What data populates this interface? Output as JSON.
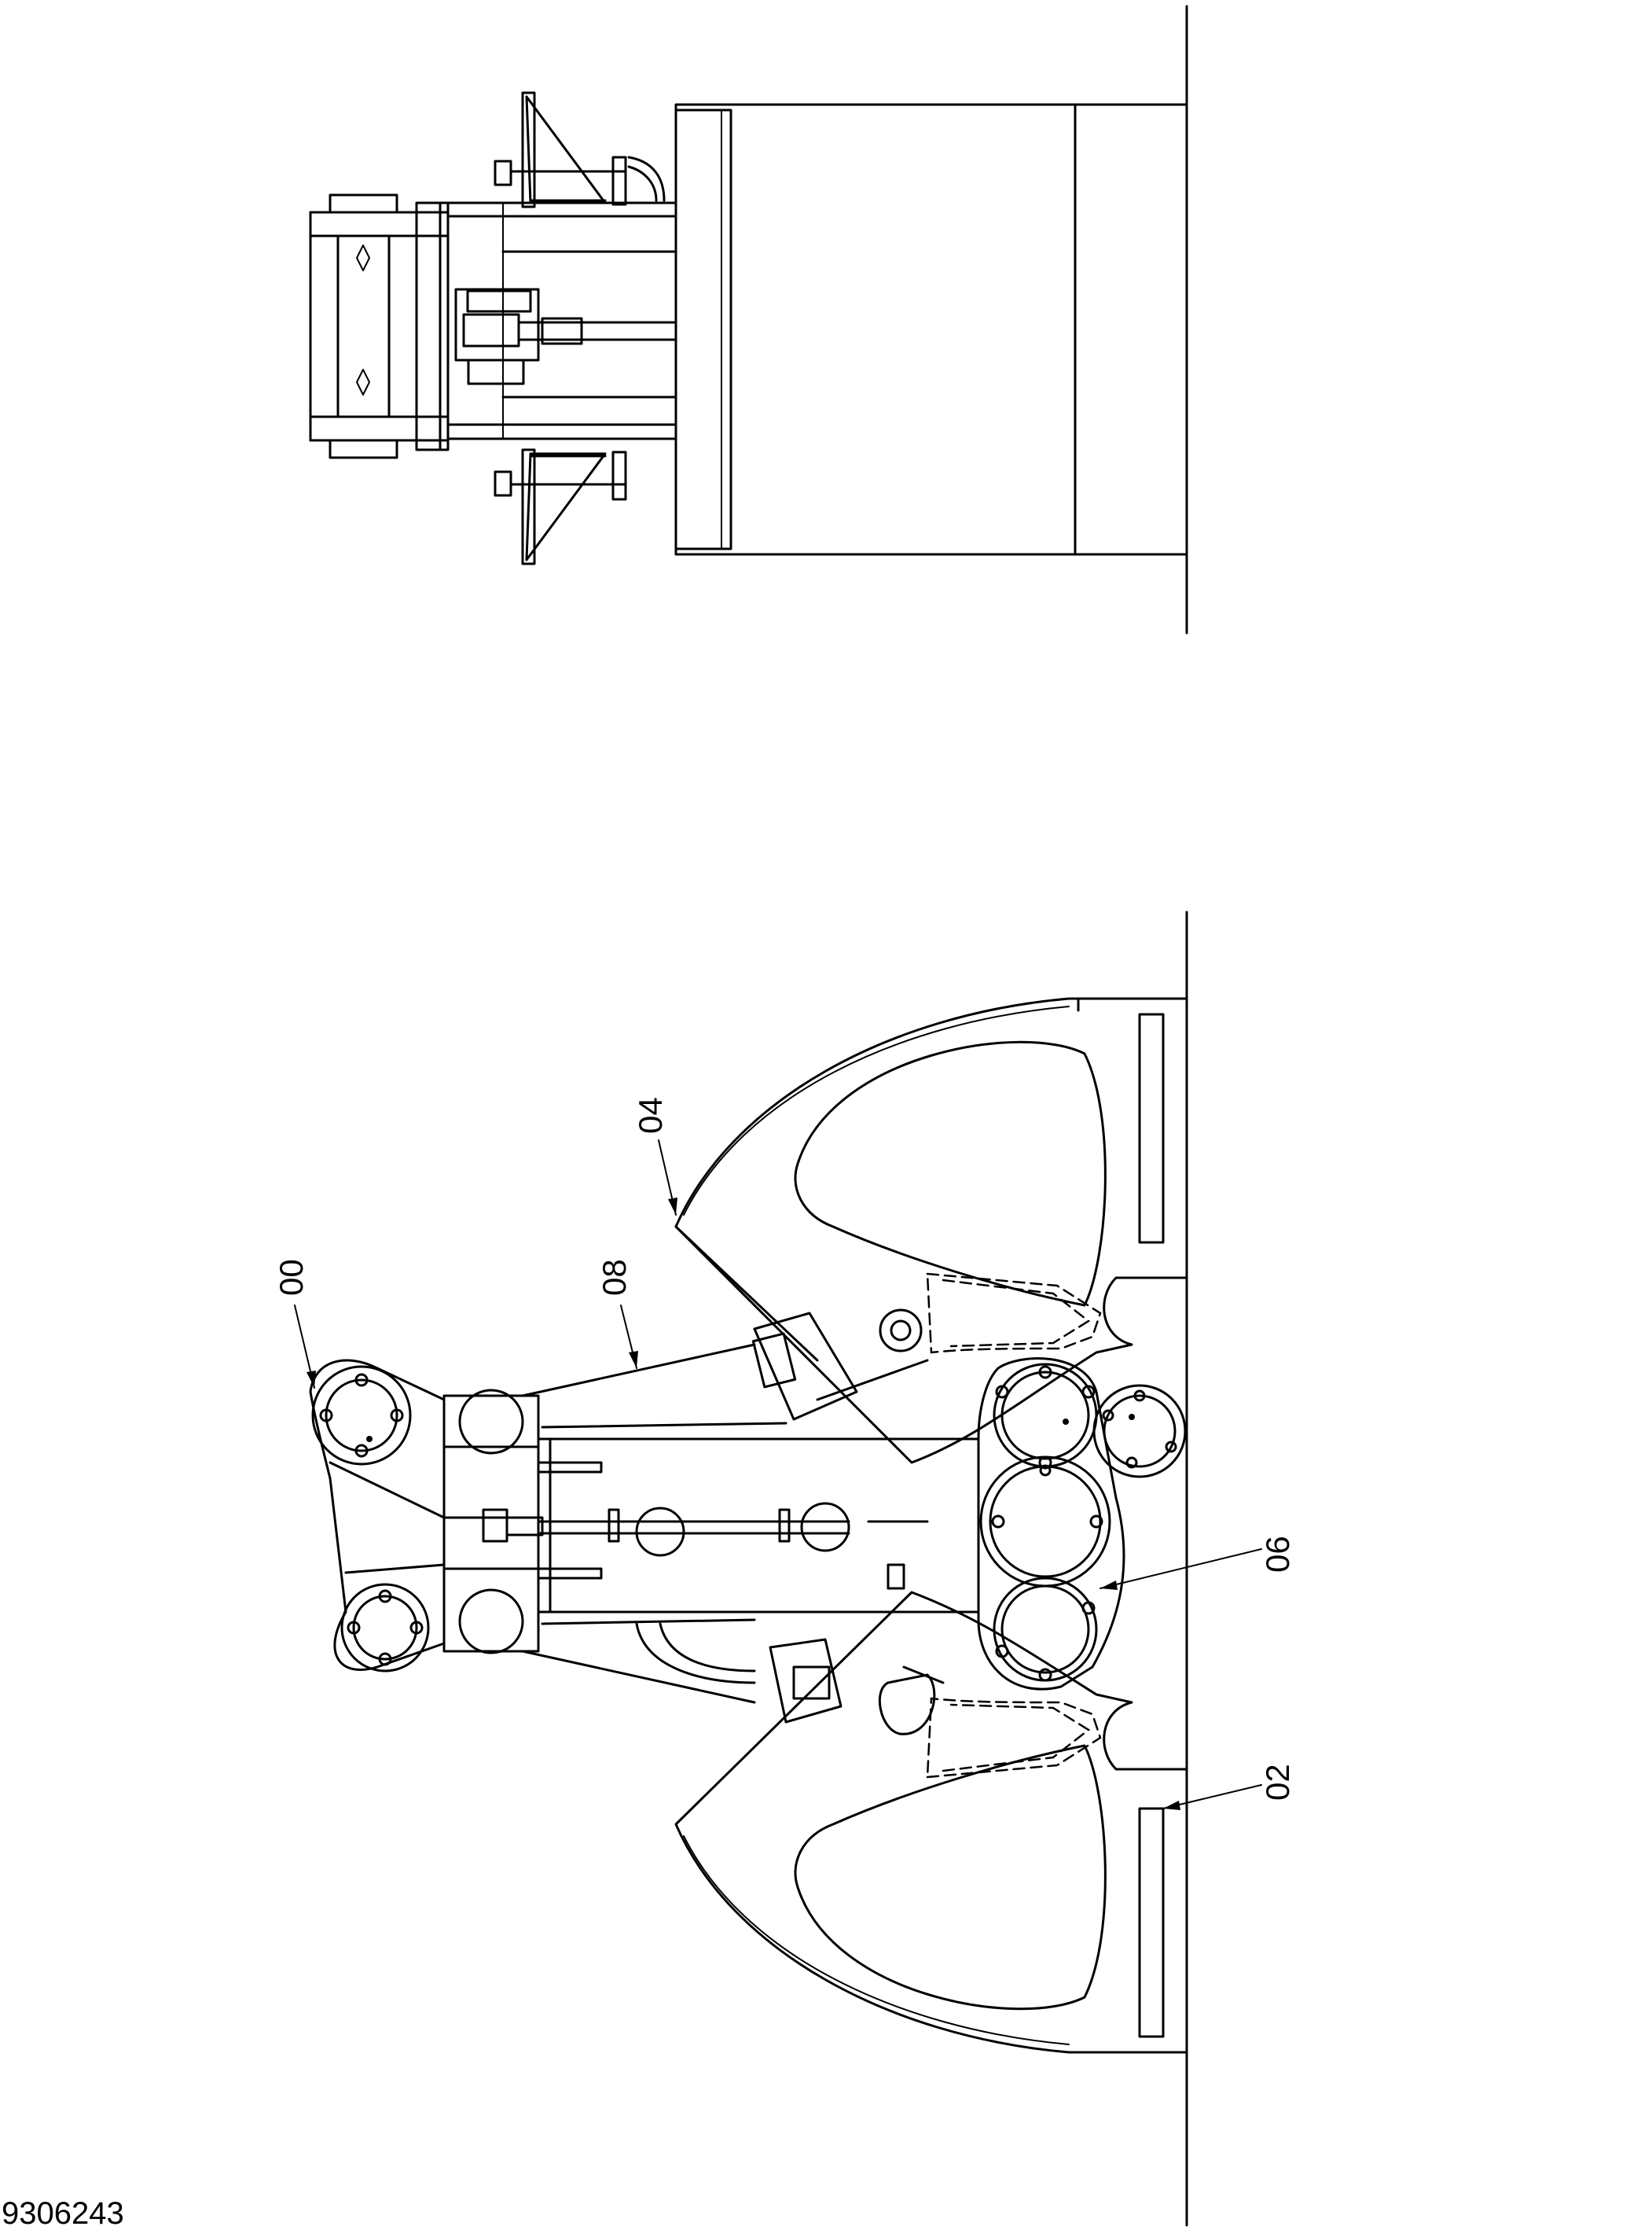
{
  "drawing": {
    "number": "9306243"
  },
  "callouts": [
    {
      "id": "00",
      "label": "00"
    },
    {
      "id": "08",
      "label": "08"
    },
    {
      "id": "04",
      "label": "04"
    },
    {
      "id": "06",
      "label": "06"
    },
    {
      "id": "02",
      "label": "02"
    }
  ],
  "colors": {
    "line": "#000000",
    "background": "#ffffff"
  }
}
